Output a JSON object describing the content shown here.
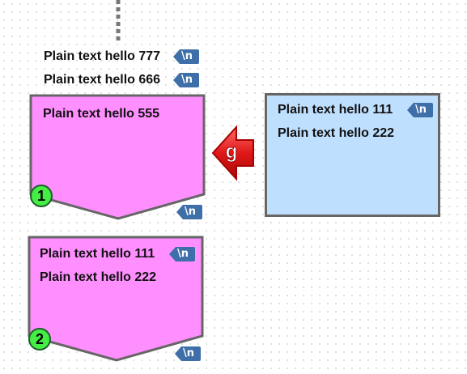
{
  "top_lines": [
    {
      "text": "Plain text hello 777",
      "newline_badge": "\\n"
    },
    {
      "text": "Plain text hello 666",
      "newline_badge": "\\n"
    }
  ],
  "pink_node_1": {
    "lines": [
      "Plain text hello 555"
    ],
    "marker": "1",
    "newline_badge": "\\n",
    "fill": "#ff8eff"
  },
  "blue_node": {
    "lines": [
      {
        "text": "Plain text hello 111",
        "newline_badge": "\\n"
      },
      {
        "text": "Plain text hello 222"
      }
    ],
    "fill": "#bfdfff"
  },
  "goto_arrow": {
    "label": "g",
    "color": "#dd1111"
  },
  "pink_node_2": {
    "lines": [
      {
        "text": "Plain text hello 111",
        "newline_badge": "\\n"
      },
      {
        "text": "Plain text hello 222"
      }
    ],
    "marker": "2",
    "newline_badge": "\\n",
    "fill": "#ff8eff"
  }
}
